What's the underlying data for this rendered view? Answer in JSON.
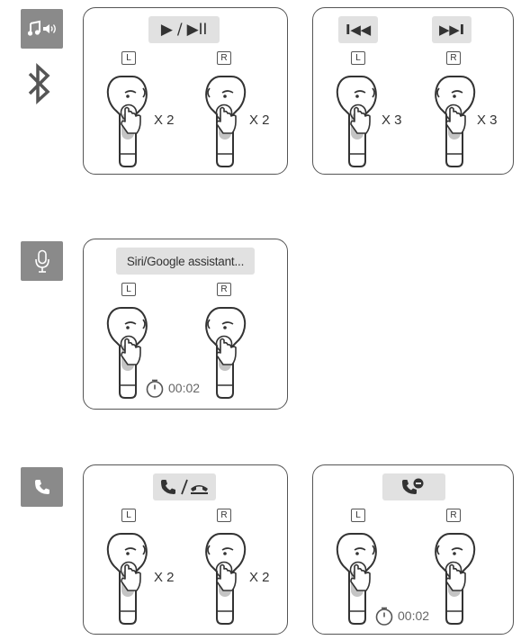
{
  "colors": {
    "badge": "#8a8a8a",
    "chip": "#e1e1e1",
    "highlight": "#c4c4c4",
    "stroke": "#333333"
  },
  "icons": {
    "music": "music-volume-icon",
    "bluetooth": "bluetooth-icon",
    "mic": "microphone-icon",
    "phone": "phone-icon"
  },
  "sides": {
    "left": "L",
    "right": "R"
  },
  "sections": {
    "music": {
      "play_pause": {
        "chip": "▶ / ▶II",
        "left_taps": "X 2",
        "right_taps": "X 2"
      },
      "track": {
        "prev_chip": "I◀◀",
        "next_chip": "▶▶I",
        "left_taps": "X 3",
        "right_taps": "X 3"
      }
    },
    "assistant": {
      "chip": "Siri/Google assistant...",
      "hold_time": "00:02"
    },
    "call": {
      "answer_end": {
        "left_taps": "X 2",
        "right_taps": "X 2"
      },
      "reject": {
        "hold_time": "00:02"
      }
    }
  }
}
